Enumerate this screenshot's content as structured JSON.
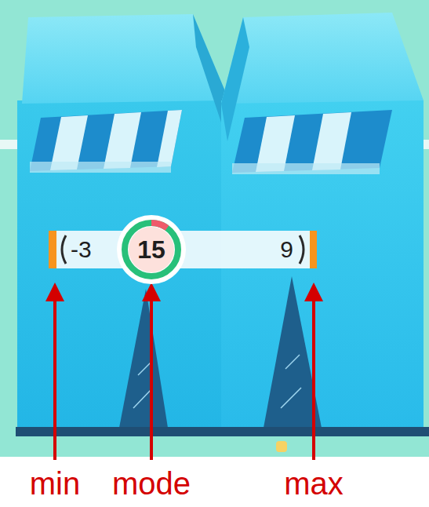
{
  "diagram": {
    "nodes": [
      {
        "text": [
          "-3",
          "9"
        ]
      },
      {
        "text": [
          "15"
        ],
        "in": 0
      }
    ],
    "labels": [
      "min",
      "mode",
      "max"
    ]
  }
}
